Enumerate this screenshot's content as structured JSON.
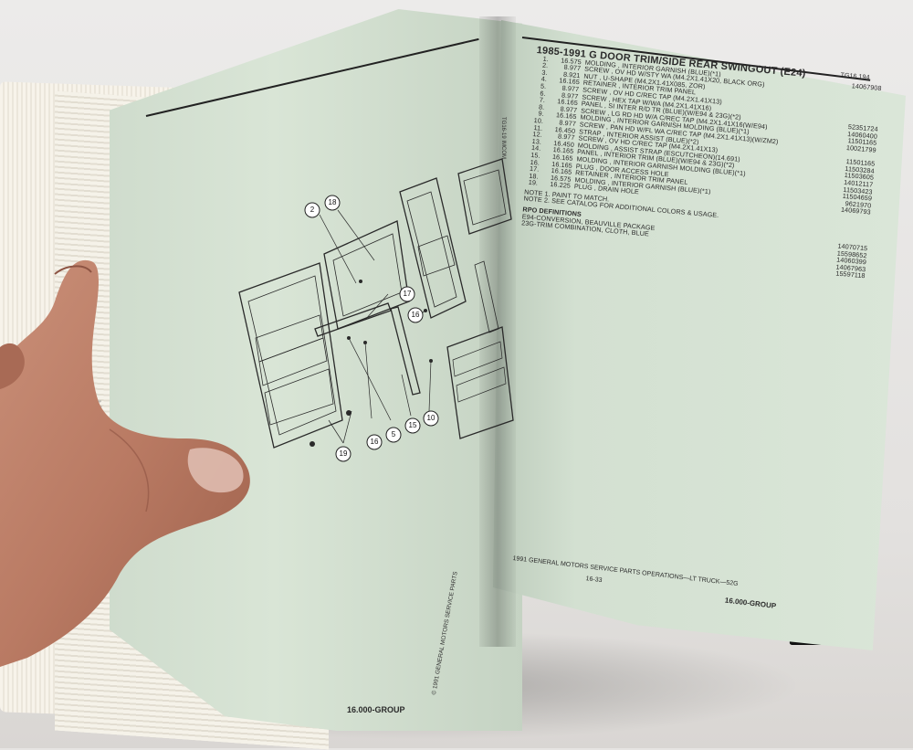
{
  "title": "1985-1991 G DOOR TRIM/SIDE REAR SWINGOUT (E24)",
  "code": "TG16.194",
  "parts": [
    {
      "n": "1.",
      "ref": "16.575",
      "desc": "MOLDING , INTERIOR GARNISH (BLUE)(*1)",
      "part": "14067908"
    },
    {
      "n": "2.",
      "ref": "8.977",
      "desc": "SCREW , OV HD W/STY WA (M4.2X1.41X20, BLACK ORG)",
      "part": ""
    },
    {
      "n": "3.",
      "ref": "8.921",
      "desc": "NUT , U-SHAPE (M4.2X1.41X085, ZOR)",
      "part": ""
    },
    {
      "n": "4.",
      "ref": "16.165",
      "desc": "RETAINER , INTERIOR TRIM PANEL",
      "part": ""
    },
    {
      "n": "5.",
      "ref": "8.977",
      "desc": "SCREW , OV HD C/REC TAP (M4.2X1.41X13)",
      "part": ""
    },
    {
      "n": "6.",
      "ref": "8.977",
      "desc": "SCREW , HEX TAP W/WA (M4.2X1.41X16)",
      "part": ""
    },
    {
      "n": "7.",
      "ref": "16.165",
      "desc": "PANEL , SI INTER R/D TR (BLUE)(W/E94 & 23G)(*2)",
      "part": "52351724"
    },
    {
      "n": "8.",
      "ref": "8.977",
      "desc": "SCREW , LG RD HD W/A C/REC TAP (M4.2X1.41X16(W/E94)",
      "part": "14060400"
    },
    {
      "n": "9.",
      "ref": "16.165",
      "desc": "MOLDING , INTERIOR GARNISH MOLDING (BLUE)(*1)",
      "part": "11501165"
    },
    {
      "n": "10.",
      "ref": "8.977",
      "desc": "SCREW , PAN HD W/FL WA C/REC TAP (M4.2X1.41X13)(W/ZM2)",
      "part": "10021799"
    },
    {
      "n": "11.",
      "ref": "16.450",
      "desc": "STRAP , INTERIOR ASSIST (BLUE)(*2)",
      "part": ""
    },
    {
      "n": "12.",
      "ref": "8.977",
      "desc": "SCREW , OV HD C/REC TAP (M4.2X1.41X13)",
      "part": "11501165"
    },
    {
      "n": "13.",
      "ref": "16.450",
      "desc": "MOLDING , ASSIST STRAP (ESCUTCHEON)(14.691)",
      "part": "11503284"
    },
    {
      "n": "14.",
      "ref": "16.165",
      "desc": "PANEL , INTERIOR TRIM (BLUE)(W/E94 & 23G)(*2)",
      "part": "11503605"
    },
    {
      "n": "15.",
      "ref": "16.165",
      "desc": "MOLDING , INTERIOR GARNISH MOLDING (BLUE)(*1)",
      "part": "14012117"
    },
    {
      "n": "16.",
      "ref": "16.165",
      "desc": "PLUG , DOOR ACCESS HOLE",
      "part": "11503423"
    },
    {
      "n": "17.",
      "ref": "16.165",
      "desc": "RETAINER , INTERIOR TRIM PANEL",
      "part": "11504659"
    },
    {
      "n": "18.",
      "ref": "16.575",
      "desc": "MOLDING , INTERIOR GARNISH (BLUE)(*1)",
      "part": "9621970"
    },
    {
      "n": "19.",
      "ref": "16.225",
      "desc": "PLUG , DRAIN HOLE",
      "part": "14069793"
    }
  ],
  "notes": [
    "NOTE 1. PAINT TO MATCH.",
    "NOTE 2. SEE CATALOG FOR ADDITIONAL COLORS & USAGE."
  ],
  "extra_parts": [
    "14070715",
    "15598652",
    "14060399",
    "14067963",
    "15597118"
  ],
  "rpo_title": "RPO DEFINITIONS",
  "rpo": [
    "E94-CONVERSION, BEAUVILLE PACKAGE",
    "23G-TRIM COMBINATION, CLOTH, BLUE"
  ],
  "footer_right": "1991   GENERAL MOTORS SERVICE PARTS OPERATIONS—LT TRUCK—52G",
  "page_right": "16-33",
  "group_right": "16.000-GROUP",
  "group_left": "16.000-GROUP",
  "footer_left": "©  1991   GENERAL MOTORS SERVICE PARTS",
  "fig_tag": "TG16-19 IMCOM",
  "callouts": [
    "2",
    "18",
    "17",
    "16",
    "19",
    "16",
    "5",
    "15",
    "10"
  ]
}
